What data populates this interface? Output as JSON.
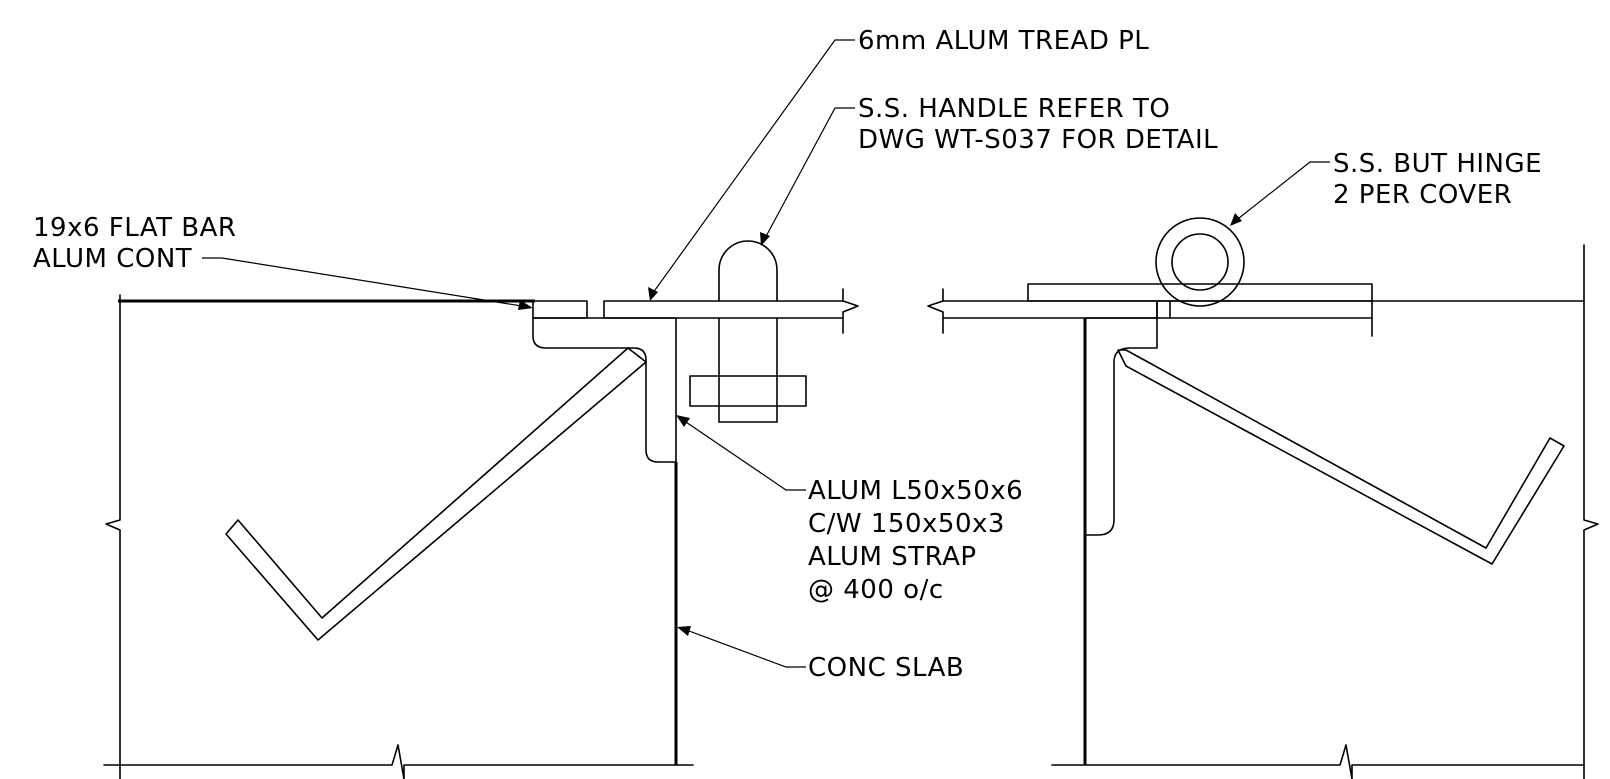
{
  "labels": {
    "tread": [
      "6mm ALUM TREAD PL"
    ],
    "handle": [
      "S.S. HANDLE REFER TO",
      "DWG WT-S037 FOR DETAIL"
    ],
    "hinge": [
      "S.S. BUT HINGE",
      "2 PER COVER"
    ],
    "flat_bar": [
      "19x6 FLAT BAR",
      "ALUM CONT"
    ],
    "angle": [
      "ALUM L50x50x6",
      "C/W 150x50x3",
      "ALUM STRAP",
      "@ 400 o/c"
    ],
    "slab": [
      "CONC SLAB"
    ]
  }
}
